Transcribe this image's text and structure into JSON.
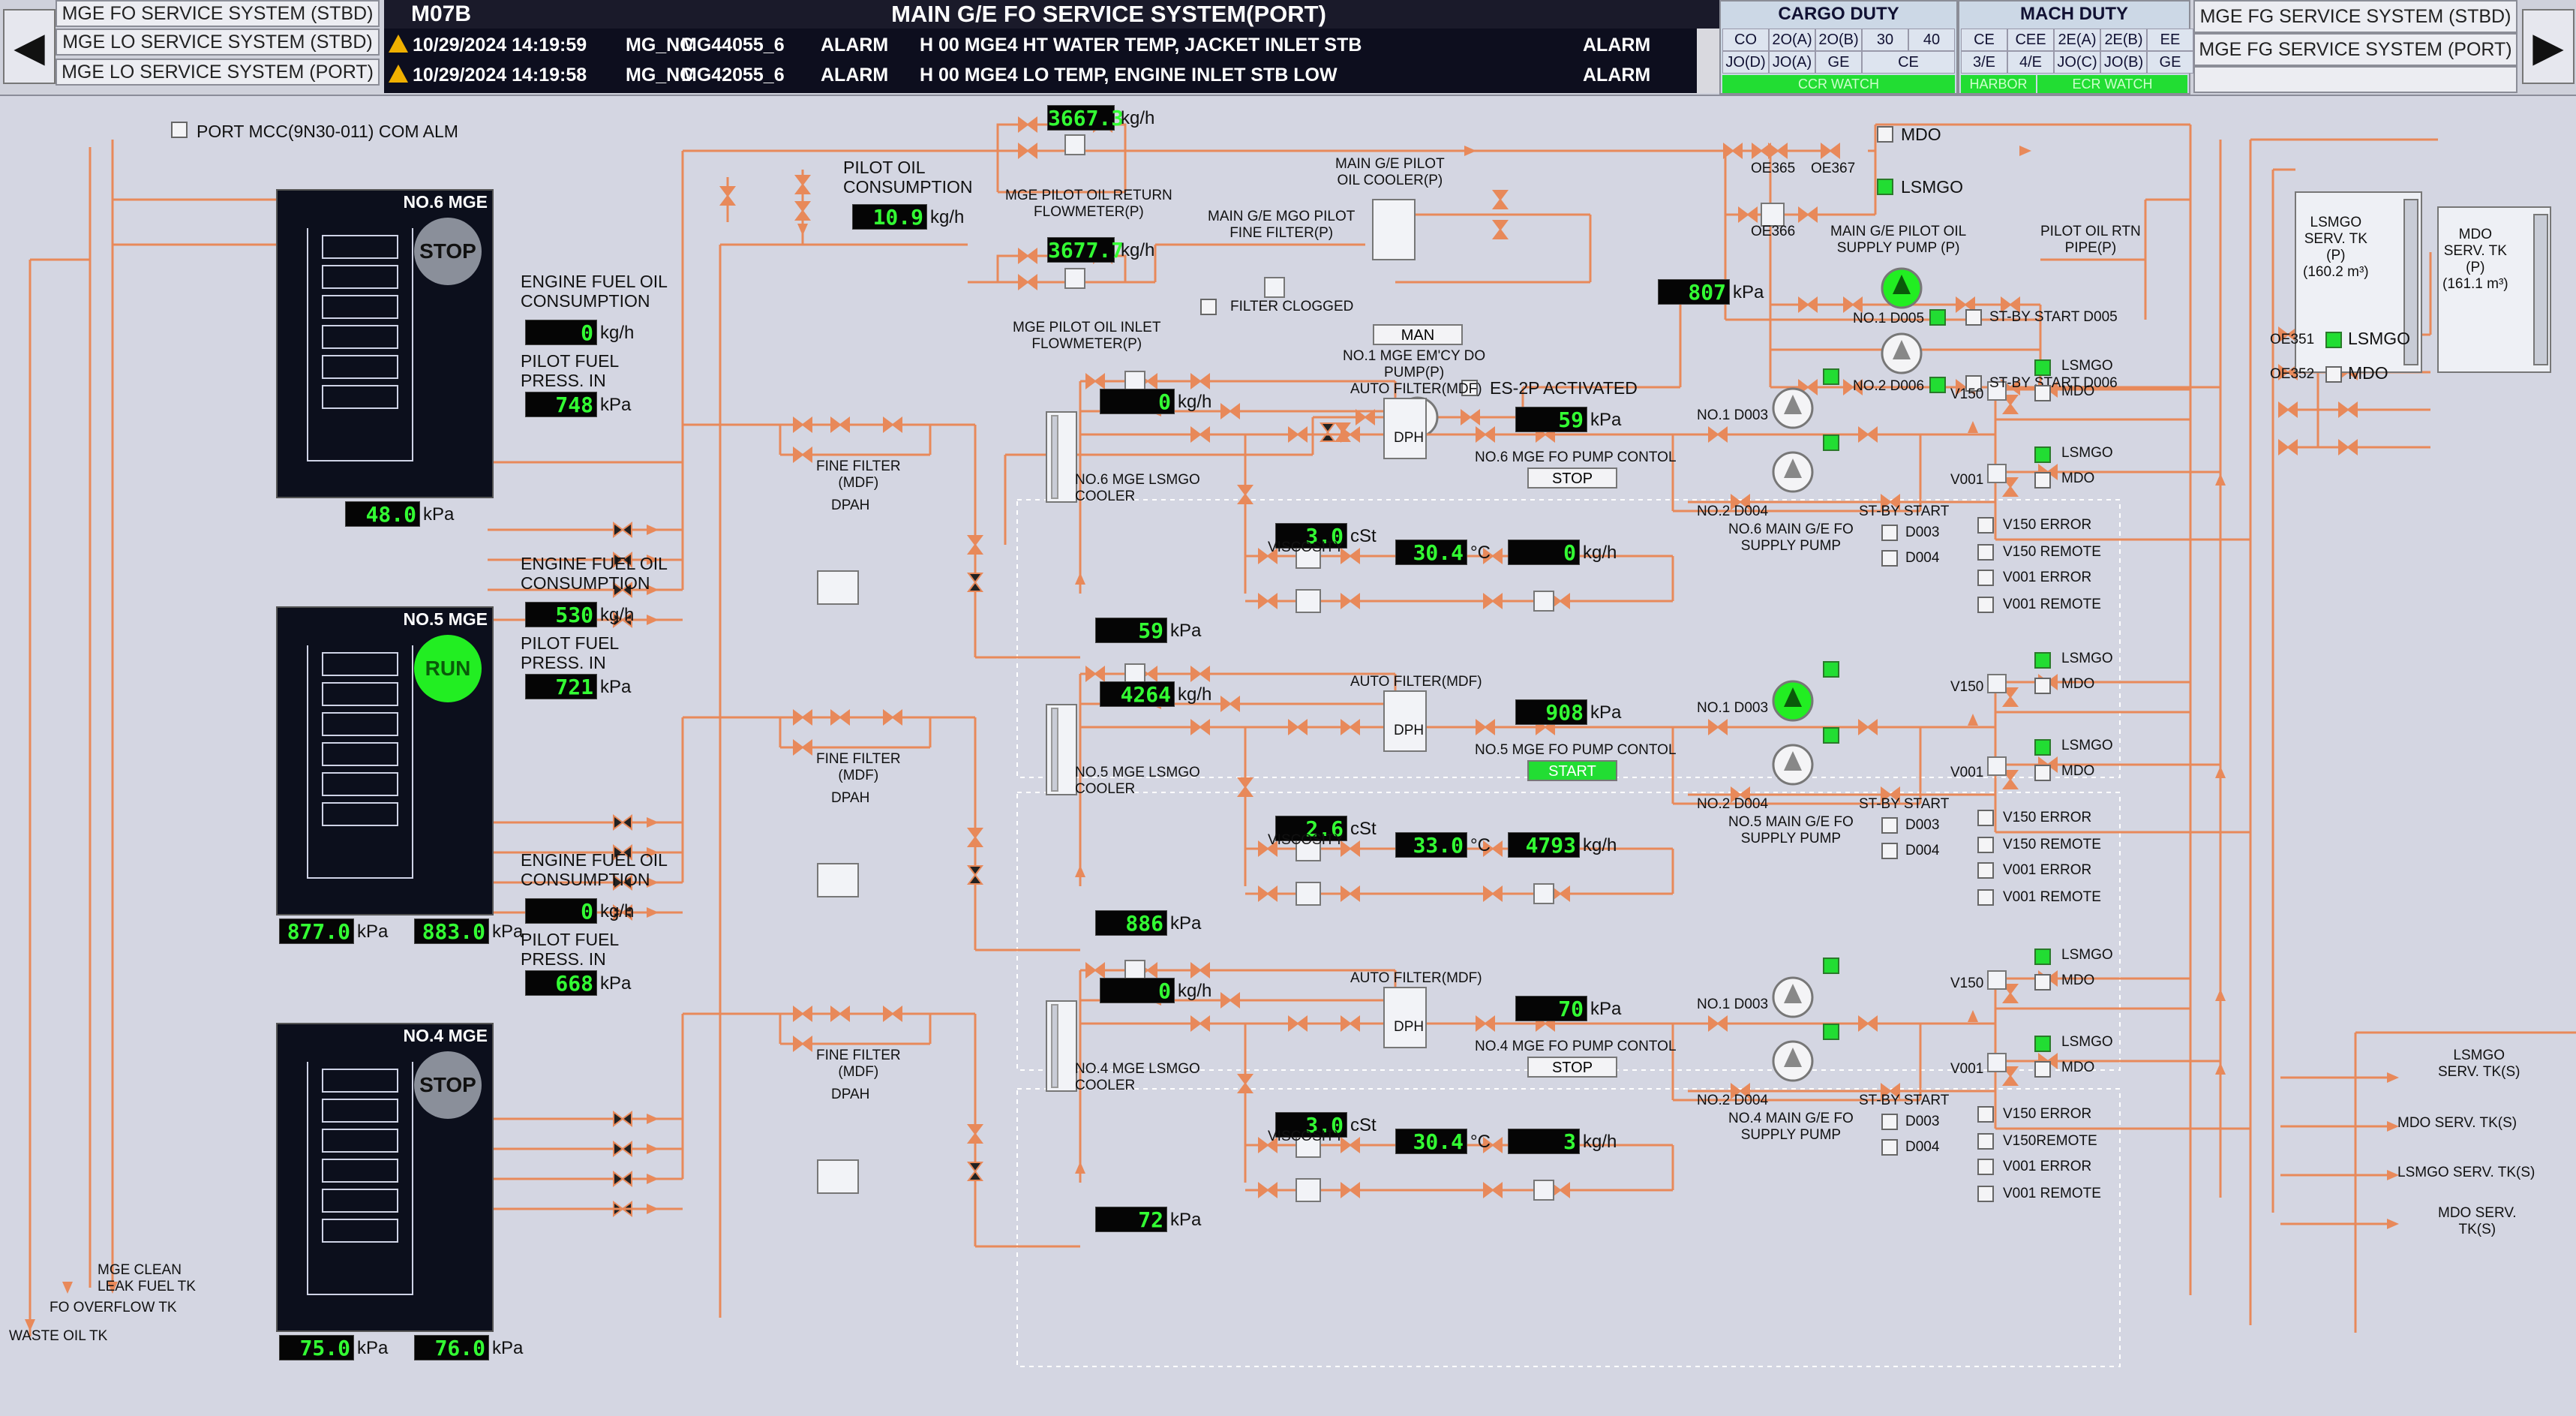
{
  "nav": {
    "left_links": [
      "MGE FO SERVICE SYSTEM (STBD)",
      "MGE LO SERVICE SYSTEM (STBD)",
      "MGE LO SERVICE SYSTEM (PORT)"
    ],
    "right_links": [
      "MGE FG SERVICE SYSTEM (STBD)",
      "MGE FG SERVICE SYSTEM (PORT)"
    ],
    "page_tag": "M07B",
    "title": "MAIN G/E FO SERVICE SYSTEM(PORT)",
    "prev_icon": "◀",
    "next_icon": "▶"
  },
  "alarms": [
    {
      "time": "10/29/2024 14:19:59",
      "group": "MG_NC",
      "tag": "MG44055_6",
      "type": "ALARM",
      "desc": "H 00 MGE4 HT WATER TEMP, JACKET INLET STB",
      "status": "ALARM"
    },
    {
      "time": "10/29/2024 14:19:58",
      "group": "MG_NC",
      "tag": "MG42055_6",
      "type": "ALARM",
      "desc": "H 00 MGE4 LO TEMP, ENGINE INLET STB LOW",
      "status": "ALARM"
    }
  ],
  "duty": {
    "cargo": {
      "title": "CARGO DUTY",
      "row1": [
        "CO",
        "2O(A)",
        "2O(B)",
        "30",
        "40"
      ],
      "row2": [
        "JO(D)",
        "JO(A)",
        "GE",
        "CE"
      ],
      "bar": "CCR WATCH"
    },
    "mach": {
      "title": "MACH DUTY",
      "row1": [
        "CE",
        "CEE",
        "2E(A)",
        "2E(B)",
        "EE"
      ],
      "row2": [
        "3/E",
        "4/E",
        "JO(C)",
        "JO(B)",
        "GE"
      ],
      "bar1": "HARBOR",
      "bar2": "ECR WATCH"
    }
  },
  "top": {
    "mcc_alarm": "PORT MCC(9N30-011) COM ALM",
    "pilot_oil_consumption_label": "PILOT OIL\nCONSUMPTION",
    "pilot_oil_consumption": "10.9",
    "unit_kgh": "kg/h",
    "unit_kpa": "kPa",
    "unit_cst": "cSt",
    "unit_c": "°C",
    "return_flow": "3667.3",
    "return_flow_label": "MGE PILOT OIL RETURN\nFLOWMETER(P)",
    "inlet_flow": "3677.7",
    "inlet_flow_label": "MGE PILOT OIL INLET\nFLOWMETER(P)",
    "mgo_filter_label": "MAIN G/E MGO PILOT\nFINE FILTER(P)",
    "pilot_cooler_label": "MAIN G/E PILOT\nOIL COOLER(P)",
    "filter_clogged": "FILTER CLOGGED",
    "man_label": "MAN",
    "emcy_pump_label": "NO.1 MGE EM'CY DO\nPUMP(P)",
    "es2p": "ES-2P ACTIVATED",
    "mdo": "MDO",
    "lsmgo": "LSMGO",
    "oe365": "OE365",
    "oe367": "OE367",
    "oe366": "OE366",
    "supply_pump_label": "MAIN G/E PILOT OIL\nSUPPLY PUMP (P)",
    "rtn_pipe_label": "PILOT OIL RTN\nPIPE(P)",
    "pilot_press": "807",
    "d005": "NO.1 D005",
    "d006": "NO.2 D006",
    "stby_d005": "ST-BY START D005",
    "stby_d006": "ST-BY START D006",
    "oe351": "OE351",
    "oe352": "OE352",
    "lsmgo_tank": "LSMGO\nSERV. TK\n(P)\n(160.2 m³)",
    "mdo_tank": "MDO\nSERV. TK\n(P)\n(161.1 m³)",
    "mge_clean_leak": "MGE CLEAN\nLEAK FUEL TK",
    "fo_overflow": "FO OVERFLOW TK",
    "waste_oil": "WASTE OIL TK",
    "right_lsmgo1": "LSMGO\nSERV. TK(S)",
    "right_mdo1": "MDO SERV. TK(S)",
    "right_lsmgo2": "LSMGO SERV. TK(S)",
    "right_mdo2": "MDO SERV.\nTK(S)"
  },
  "engines": [
    {
      "name": "NO.6 MGE",
      "state": "STOP",
      "running": false,
      "fuel_consumption_label": "ENGINE FUEL OIL\nCONSUMPTION",
      "fuel_consumption": "0",
      "pilot_press_label": "PILOT FUEL\nPRESS. IN",
      "pilot_press": "748",
      "bottom_press": [
        "48.0"
      ],
      "fine_filter": "FINE FILTER\n(MDF)",
      "dpah": "DPAH",
      "flow_in": "0",
      "press_in": "59",
      "viscosity": "3.0",
      "temp": "30.4",
      "flow_out": "0",
      "auto_filter": "AUTO FILTER(MDF)",
      "dph": "DPH",
      "filter_press": "59",
      "cooler": "NO.6 MGE LSMGO\nCOOLER",
      "visc_label": "VISCOSITY",
      "pump_control": "NO.6 MGE FO PUMP CONTOL",
      "pump_cmd": "STOP",
      "pump_cmd_on": false,
      "no1": "NO.1 D003",
      "no2": "NO.2 D004",
      "supply_pump": "NO.6 MAIN G/E FO\nSUPPLY PUMP",
      "stby": "ST-BY START",
      "d003": "D003",
      "d004": "D004",
      "v150": "V150",
      "v001": "V001",
      "v150_lsmgo": true,
      "v001_lsmgo": true,
      "v150_error": "V150 ERROR",
      "v150_remote": "V150 REMOTE",
      "v001_error": "V001 ERROR",
      "v001_remote": "V001 REMOTE",
      "pump1_running": false
    },
    {
      "name": "NO.5 MGE",
      "state": "RUN",
      "running": true,
      "fuel_consumption_label": "ENGINE FUEL OIL\nCONSUMPTION",
      "fuel_consumption": "530",
      "pilot_press_label": "PILOT FUEL\nPRESS. IN",
      "pilot_press": "721",
      "bottom_press": [
        "877.0",
        "883.0"
      ],
      "fine_filter": "FINE FILTER\n(MDF)",
      "dpah": "DPAH",
      "flow_in": "4264",
      "press_in": "886",
      "viscosity": "2.6",
      "temp": "33.0",
      "flow_out": "4793",
      "auto_filter": "AUTO FILTER(MDF)",
      "dph": "DPH",
      "filter_press": "908",
      "cooler": "NO.5 MGE LSMGO\nCOOLER",
      "visc_label": "VISCOSITY",
      "pump_control": "NO.5 MGE FO PUMP CONTOL",
      "pump_cmd": "START",
      "pump_cmd_on": true,
      "no1": "NO.1 D003",
      "no2": "NO.2 D004",
      "supply_pump": "NO.5 MAIN G/E FO\nSUPPLY PUMP",
      "stby": "ST-BY START",
      "d003": "D003",
      "d004": "D004",
      "v150": "V150",
      "v001": "V001",
      "v150_lsmgo": true,
      "v001_lsmgo": true,
      "v150_error": "V150 ERROR",
      "v150_remote": "V150 REMOTE",
      "v001_error": "V001 ERROR",
      "v001_remote": "V001 REMOTE",
      "pump1_running": true
    },
    {
      "name": "NO.4 MGE",
      "state": "STOP",
      "running": false,
      "fuel_consumption_label": "ENGINE FUEL OIL\nCONSUMPTION",
      "fuel_consumption": "0",
      "pilot_press_label": "PILOT FUEL\nPRESS. IN",
      "pilot_press": "668",
      "bottom_press": [
        "75.0",
        "76.0"
      ],
      "fine_filter": "FINE FILTER\n(MDF)",
      "dpah": "DPAH",
      "flow_in": "0",
      "press_in": "72",
      "viscosity": "3.0",
      "temp": "30.4",
      "flow_out": "3",
      "auto_filter": "AUTO FILTER(MDF)",
      "dph": "DPH",
      "filter_press": "70",
      "cooler": "NO.4 MGE LSMGO\nCOOLER",
      "visc_label": "VISCOSITY",
      "pump_control": "NO.4 MGE FO PUMP CONTOL",
      "pump_cmd": "STOP",
      "pump_cmd_on": false,
      "no1": "NO.1 D003",
      "no2": "NO.2 D004",
      "supply_pump": "NO.4 MAIN G/E FO\nSUPPLY PUMP",
      "stby": "ST-BY START",
      "d003": "D003",
      "d004": "D004",
      "v150": "V150",
      "v001": "V001",
      "v150_lsmgo": true,
      "v001_lsmgo": true,
      "v150_error": "V150 ERROR",
      "v150_remote": "V150REMOTE",
      "v001_error": "V001 ERROR",
      "v001_remote": "V001 REMOTE",
      "pump1_running": false
    }
  ],
  "colors": {
    "pipe": "#e8895a",
    "run": "#22ee22",
    "stop": "#8a8f9a",
    "digit": "#33ff33"
  }
}
